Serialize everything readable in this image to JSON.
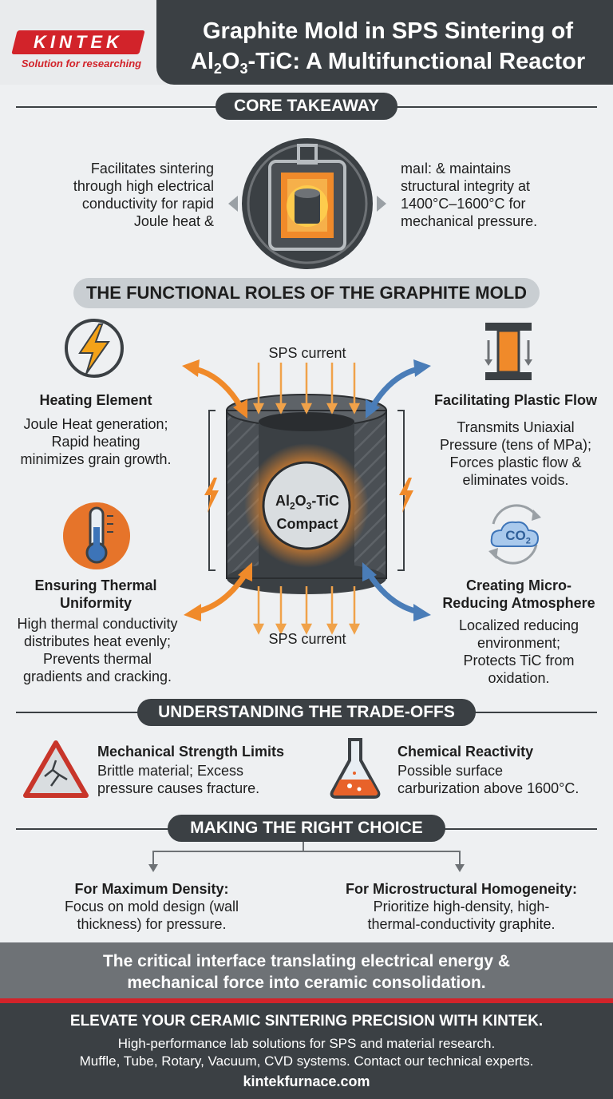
{
  "header": {
    "logo_text": "KINTEK",
    "logo_tagline": "Solution for researching",
    "title_line1": "Graphite Mold in SPS Sintering of",
    "title_al": "Al",
    "title_sub2": "2",
    "title_o": "O",
    "title_sub3": "3",
    "title_rest": "-TiC: A Multifunctional Reactor"
  },
  "core": {
    "label": "CORE TAKEAWAY",
    "left_text": [
      "Facilitates sintering",
      "through high electrical",
      "conductivity for rapid",
      "Joule heat &"
    ],
    "right_text": [
      "maıl: & maintains",
      "structural integrity at",
      "1400°C–1600°C for",
      "mechanical pressure."
    ]
  },
  "roles": {
    "label": "THE FUNCTIONAL ROLES OF THE GRAPHITE MOLD",
    "sps_top": "SPS current",
    "sps_bottom": "SPS current",
    "compact_al": "Al",
    "compact_2": "2",
    "compact_o": "O",
    "compact_3": "3",
    "compact_tic": "-TiC",
    "compact_word": "Compact",
    "heating_title": "Heating Element",
    "heating_text": [
      "Joule Heat generation;",
      "Rapid heating",
      "minimizes grain growth."
    ],
    "thermal_title": [
      "Ensuring Thermal",
      "Uniformity"
    ],
    "thermal_text": [
      "High thermal conductivity",
      "distributes heat evenly;",
      "Prevents thermal",
      "gradients and cracking."
    ],
    "plastic_title": "Facilitating Plastic Flow",
    "plastic_text": [
      "Transmits Uniaxial",
      "Pressure (tens of MPa);",
      "Forces plastic flow &",
      "eliminates voids."
    ],
    "micro_title": [
      "Creating Micro-",
      "Reducing Atmosphere"
    ],
    "micro_text": [
      "Localized reducing",
      "environment;",
      "Protects TiC from",
      "oxidation."
    ],
    "co2": "CO",
    "co2_sub": "2"
  },
  "tradeoffs": {
    "label": "UNDERSTANDING THE TRADE-OFFS",
    "mech_title": "Mechanical Strength Limits",
    "mech_text": [
      "Brittle material; Excess",
      "pressure causes fracture."
    ],
    "chem_title": "Chemical Reactivity",
    "chem_text": [
      "Possible surface",
      "carburization above 1600°C."
    ]
  },
  "choice": {
    "label": "MAKING THE RIGHT CHOICE",
    "left_title": "For Maximum Density:",
    "left_text": [
      "Focus on mold design (wall",
      "thickness) for pressure."
    ],
    "right_title": "For Microstructural Homogeneity:",
    "right_text": [
      "Prioritize high-density, high-",
      "thermal-conductivity graphite."
    ]
  },
  "footer": {
    "band_line1": "The critical interface translating electrical energy &",
    "band_line2": "mechanical force into ceramic consolidation.",
    "cta": "ELEVATE YOUR CERAMIC SINTERING PRECISION WITH KINTEK.",
    "line1": "High-performance lab solutions for SPS and material research.",
    "line2": "Muffle, Tube, Rotary, Vacuum, CVD systems. Contact our technical experts.",
    "url": "kintekfurnace.com"
  },
  "colors": {
    "brand_red": "#d2232a",
    "dark": "#3b4044",
    "orange": "#f08a2a",
    "blue": "#4a7db8"
  }
}
